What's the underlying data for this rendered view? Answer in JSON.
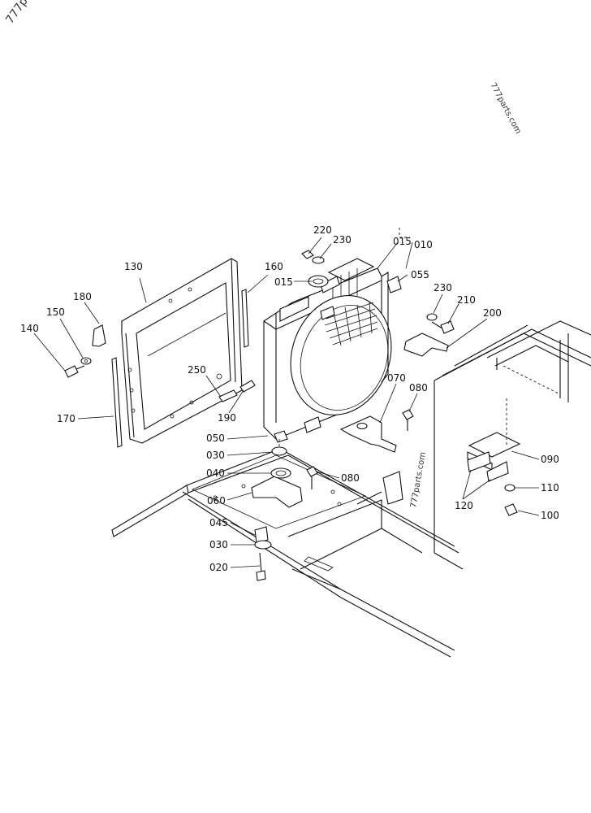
{
  "watermarks": {
    "corner": "777p",
    "top_right": "777parts.com",
    "center": "777parts.com"
  },
  "callouts": {
    "p010": "010",
    "p015a": "015",
    "p015b": "015",
    "p020": "020",
    "p030a": "030",
    "p030b": "030",
    "p040": "040",
    "p045": "045",
    "p050": "050",
    "p055": "055",
    "p060": "060",
    "p070": "070",
    "p080a": "080",
    "p080b": "080",
    "p090": "090",
    "p100": "100",
    "p110": "110",
    "p120": "120",
    "p130": "130",
    "p140": "140",
    "p150": "150",
    "p160": "160",
    "p170": "170",
    "p180": "180",
    "p190": "190",
    "p200": "200",
    "p210": "210",
    "p220": "220",
    "p230a": "230",
    "p230b": "230",
    "p250": "250"
  }
}
